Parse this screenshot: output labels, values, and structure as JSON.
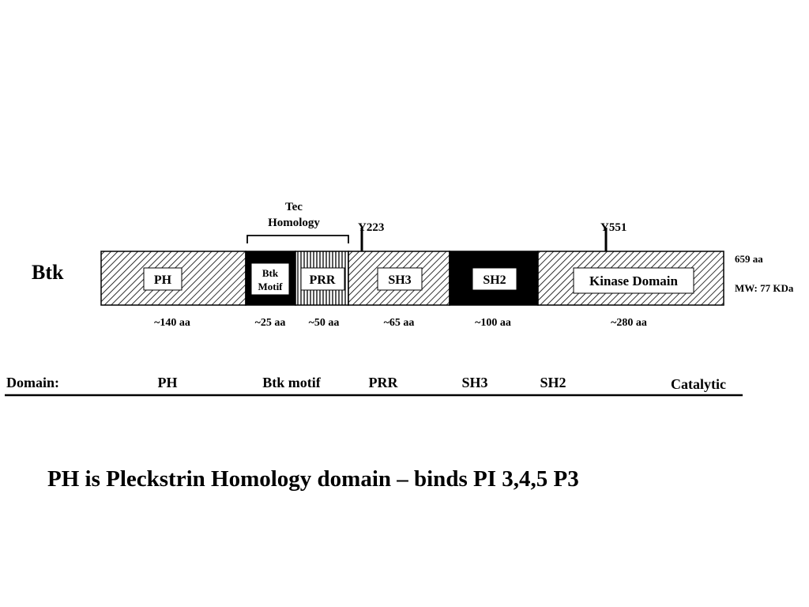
{
  "protein_name": "Btk",
  "tec_homology_label": [
    "Tec",
    "Homology"
  ],
  "domains": [
    {
      "label": "PH",
      "size": "~140 aa",
      "style": "hatch"
    },
    {
      "label": [
        "Btk",
        "Motif"
      ],
      "size": "~25 aa",
      "style": "black"
    },
    {
      "label": "PRR",
      "size": "~50 aa",
      "style": "vertical"
    },
    {
      "label": "SH3",
      "size": "~65 aa",
      "style": "hatch"
    },
    {
      "label": "SH2",
      "size": "~100 aa",
      "style": "black"
    },
    {
      "label": "Kinase Domain",
      "size": "~280 aa",
      "style": "hatch"
    }
  ],
  "phosphosites": [
    "Y223",
    "Y551"
  ],
  "length_label": "659 aa",
  "mw_label": "MW: 77 KDa",
  "domain_row": {
    "heading": "Domain:",
    "items": [
      "PH",
      "Btk motif",
      "PRR",
      "SH3",
      "SH2",
      "Catalytic"
    ]
  },
  "caption": "PH is Pleckstrin Homology domain – binds PI 3,4,5 P3",
  "colors": {
    "ink": "#000000",
    "box_fill": "#ffffff",
    "background": "#ffffff"
  }
}
